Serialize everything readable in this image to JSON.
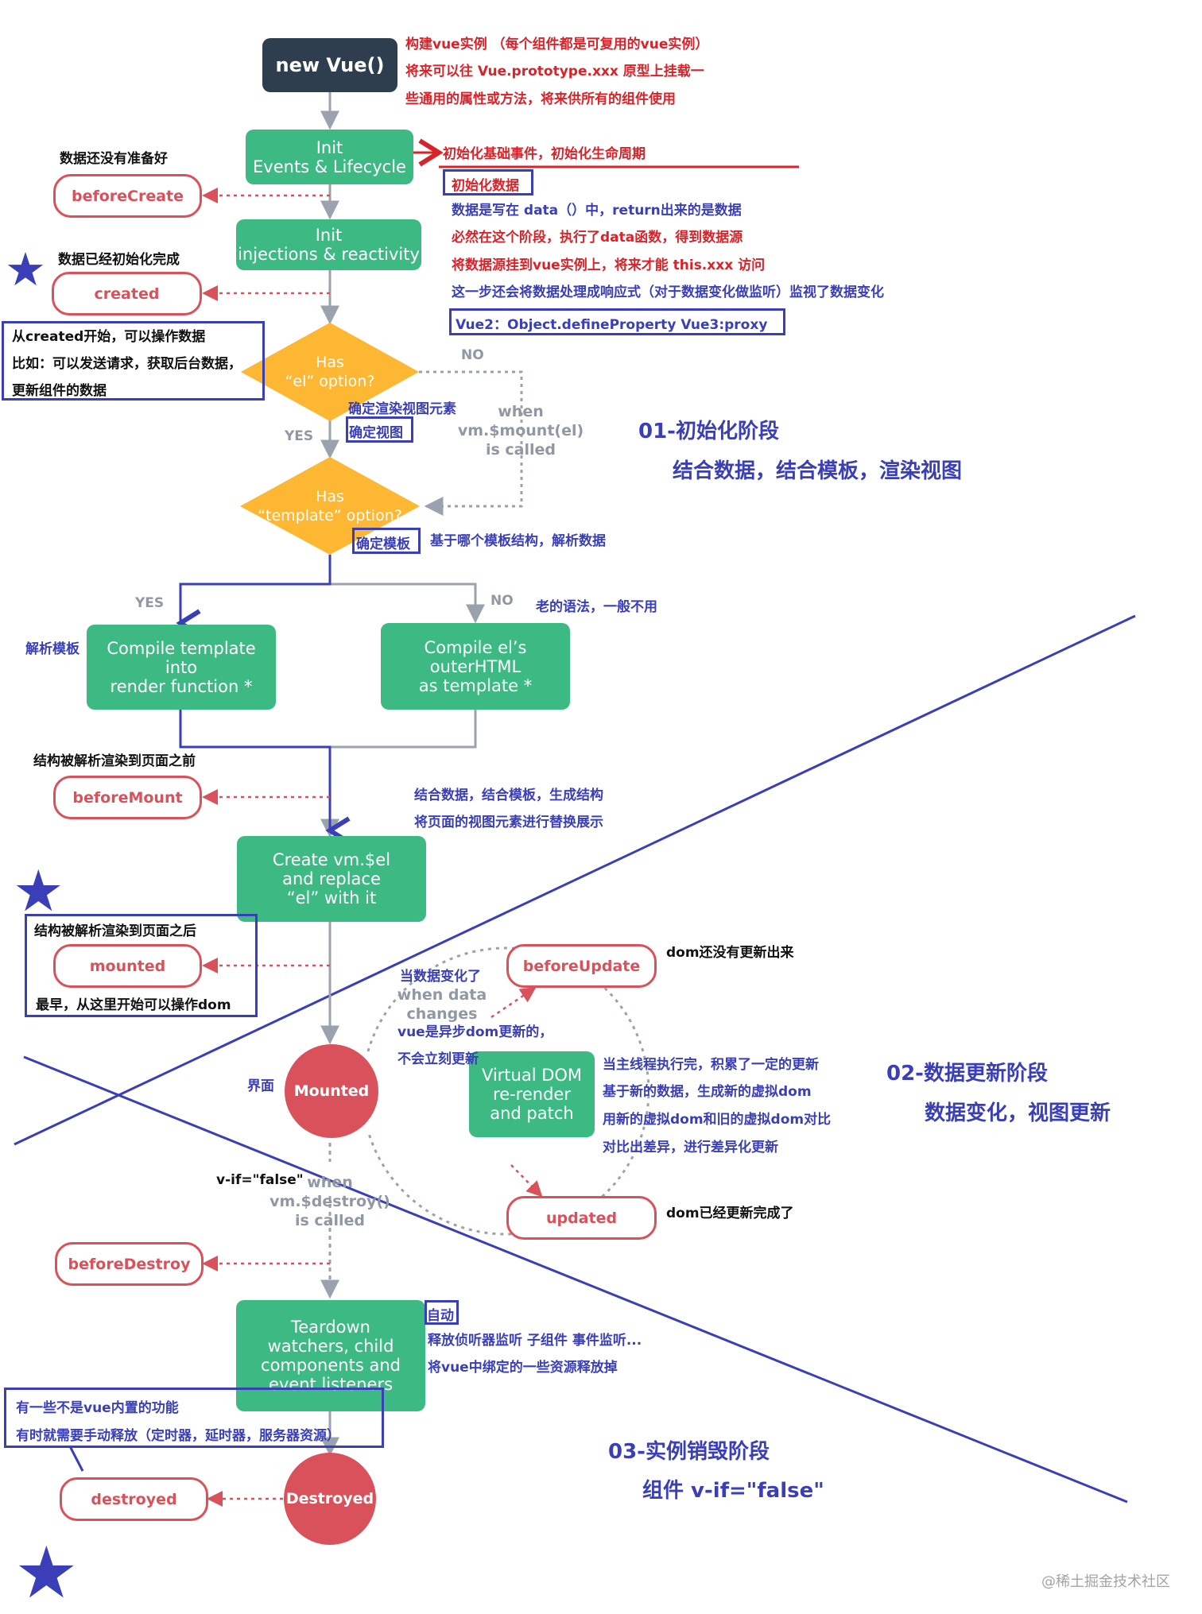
{
  "nodes": {
    "new_vue": "new Vue()",
    "init_events": "Init\nEvents & Lifecycle",
    "init_injections": "Init\ninjections & reactivity",
    "has_el": "Has\n“el” option?",
    "has_template": "Has\n“template” option?",
    "compile_template": "Compile template\ninto\nrender function *",
    "compile_el": "Compile el’s\nouterHTML\nas template *",
    "create_el": "Create vm.$el\nand replace\n“el” with it",
    "mounted_circle": "Mounted",
    "virtual_dom": "Virtual DOM\nre-render\nand patch",
    "teardown": "Teardown\nwatchers, child\ncomponents and\nevent listeners",
    "destroyed_circle": "Destroyed"
  },
  "hooks": {
    "before_create": "beforeCreate",
    "created": "created",
    "before_mount": "beforeMount",
    "mounted": "mounted",
    "before_update": "beforeUpdate",
    "updated": "updated",
    "before_destroy": "beforeDestroy",
    "destroyed": "destroyed"
  },
  "labels": {
    "no_1": "NO",
    "yes_1": "YES",
    "when_mount": "when\nvm.$mount(el)\nis called",
    "yes_2": "YES",
    "no_2": "NO",
    "when_data": "when data\nchanges",
    "when_destroy": "when\nvm.$destroy()\nis called"
  },
  "notes": {
    "build_1": "构建vue实例 （每个组件都是可复用的vue实例）",
    "build_2": "将来可以往 Vue.prototype.xxx 原型上挂载一",
    "build_3": "些通用的属性或方法，将来供所有的组件使用",
    "init_events_note": "初始化基础事件，初始化生命周期",
    "init_data": "初始化数据",
    "data_1": "数据是写在 data（）中，return出来的是数据",
    "data_2": "必然在这个阶段，执行了data函数，得到数据源",
    "data_3": "将数据源挂到vue实例上，将来才能 this.xxx 访问",
    "data_4": "这一步还会将数据处理成响应式（对于数据变化做监听）监视了数据变化",
    "reactive": "Vue2：Object.defineProperty   Vue3:proxy",
    "data_not_ready": "数据还没有准备好",
    "data_ready": "数据已经初始化完成",
    "created_1": "从created开始，可以操作数据",
    "created_2": "比如：可以发送请求，获取后台数据，",
    "created_3": "更新组件的数据",
    "el_hint": "确定渲染视图元素",
    "confirm_view": "确定视图",
    "confirm_template": "确定模板",
    "template_hint": "基于哪个模板结构，解析数据",
    "old_syntax": "老的语法，一般不用",
    "parse_template": "解析模板",
    "before_render": "结构被解析渲染到页面之前",
    "combine_1": "结合数据，结合模板，生成结构",
    "combine_2": "将页面的视图元素进行替换展示",
    "after_render": "结构被解析渲染到页面之后",
    "earliest_dom": "最早，从这里开始可以操作dom",
    "dom_not_updated": "dom还没有更新出来",
    "data_changed": "当数据变化了",
    "async_1": "vue是异步dom更新的，",
    "async_2": "不会立刻更新",
    "interface": "界面",
    "patch_1": "当主线程执行完，积累了一定的更新",
    "patch_2": "基于新的数据，生成新的虚拟dom",
    "patch_3": "用新的虚拟dom和旧的虚拟dom对比",
    "patch_4": "对比出差异，进行差异化更新",
    "dom_updated": "dom已经更新完成了",
    "vif": "v-if=\"false\"",
    "auto": "自动",
    "release_1": "释放侦听器监听  子组件  事件监听...",
    "release_2": "将vue中绑定的一些资源释放掉",
    "manual_1": "有一些不是vue内置的功能",
    "manual_2": "有时就需要手动释放（定时器，延时器，服务器资源）",
    "stage1_title": "01-初始化阶段",
    "stage1_sub": "结合数据，结合模板，渲染视图",
    "stage2_title": "02-数据更新阶段",
    "stage2_sub": "数据变化，视图更新",
    "stage3_title": "03-实例销毁阶段",
    "stage3_sub": "组件 v-if=\"false\"",
    "watermark": "@稀土掘金技术社区"
  },
  "colors": {
    "green": "#3dba84",
    "dark": "#2f3e4e",
    "yellow": "#fdb733",
    "hook_red": "#d9525b",
    "annotation_red": "#d8232a",
    "annotation_blue": "#3a3fb7",
    "grey": "#8f98a3"
  },
  "icons": [
    "star-icon"
  ]
}
